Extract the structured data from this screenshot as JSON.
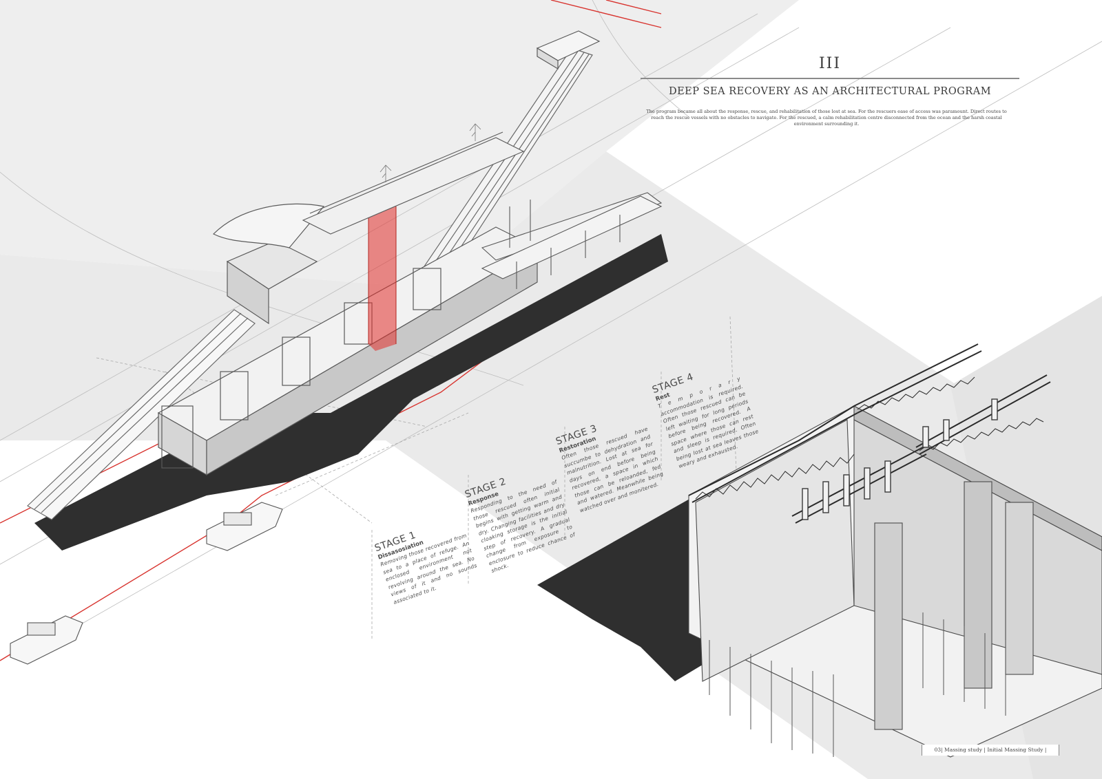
{
  "header": {
    "roman": "III",
    "subtitle": "DEEP SEA RECOVERY AS AN ARCHITECTURAL PROGRAM",
    "description": "The program became all about the response, rescue, and rehabilitation of those lost at sea. For the rescuers ease of access was paramount. Direct routes to reach the rescue vessels with no obstacles to navigate. For the rescued, a calm rehabilitation centre disconnected from the ocean and the harsh coastal environment surrounding it."
  },
  "stages": [
    {
      "title": "STAGE 1",
      "name": "Dissasosiation",
      "body": "Removing those recovered from sea to a place of refuge. An enclosed environment not revolving around the sea. No views of it and no sounds associated to it."
    },
    {
      "title": "STAGE 2",
      "name": "Response",
      "body": "Responding to the need of those rescued often initial begins with getting warm and dry. Changing facilities and dry cloaking storage is the initial step of recovery. A gradual change from exposure to enclosure to reduce chance of shock."
    },
    {
      "title": "STAGE 3",
      "name": "Restoration",
      "body": "Often those rescued have succumbe to dehydration and malnutrition. Lost at sea for days on end before being recovered, a space in which those can be reloanded, fed and watered. Meanwhile being watched over and monitered."
    },
    {
      "title": "STAGE 4",
      "name": "Rest",
      "body": "T e m p o r a r y accommodation is required. Often those rescued can be left waiting for long periods before being recovered. A space where those can rest and sleep is required. Often being lost at sea leaves those weary and exhausted."
    }
  ],
  "footer": {
    "label": "03| Massing study | Initial Massing Study |"
  },
  "colors": {
    "accent_red": "#d8332e",
    "shadow": "#2f2f2f",
    "band": "#ececec",
    "line": "#5a5a5a"
  }
}
